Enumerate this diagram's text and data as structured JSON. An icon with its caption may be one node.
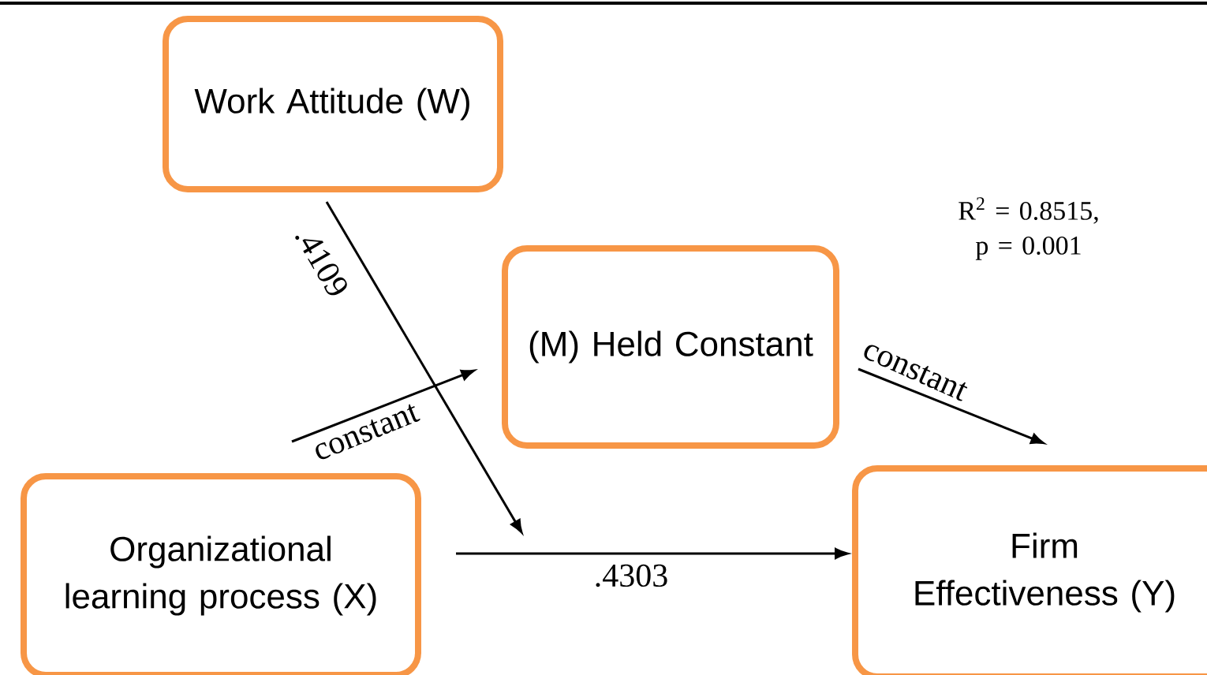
{
  "diagram": {
    "nodes": [
      {
        "text": [
          "Work Attitude (W)"
        ]
      },
      {
        "text": [
          "(M) Held Constant"
        ]
      },
      {
        "text": [
          "Organizational learning process (X)"
        ]
      },
      {
        "text": [
          "Firm Effectiveness (Y)"
        ]
      }
    ],
    "edges": [
      {
        "from": 0,
        "to": null,
        "arrow": "to",
        "label": ".4109"
      },
      {
        "from": 2,
        "to": 1,
        "arrow": "to",
        "label": "constant"
      },
      {
        "from": 1,
        "to": 3,
        "arrow": "to",
        "label": "constant"
      },
      {
        "from": 2,
        "to": 3,
        "arrow": "to",
        "label": ".4303"
      }
    ],
    "labels": [
      "R$^{2}$ = 0.8515, p = 0.001"
    ]
  }
}
